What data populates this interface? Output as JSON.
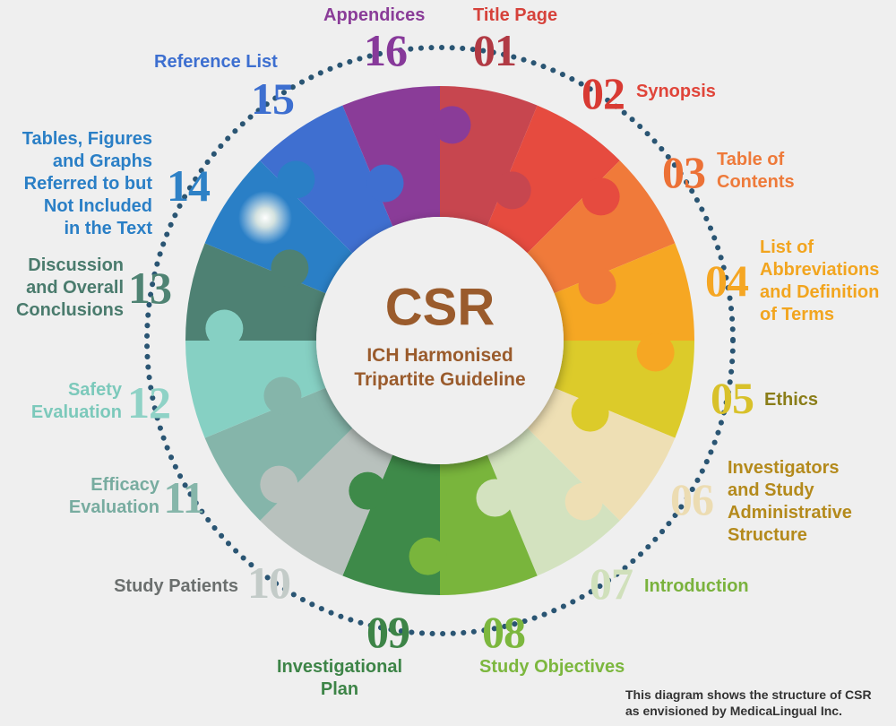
{
  "center": {
    "title": "CSR",
    "subtitle": "ICH Harmonised\nTripartite Guideline"
  },
  "footnote": "This diagram shows the structure of CSR\nas envisioned by MedicaLingual Inc.",
  "sections": [
    {
      "num": "01",
      "label": "Title Page",
      "color": "#c7464f",
      "num_color": "#b13a44",
      "label_color": "#d6423b"
    },
    {
      "num": "02",
      "label": "Synopsis",
      "color": "#e64b3f",
      "num_color": "#d83a33",
      "label_color": "#e0453a"
    },
    {
      "num": "03",
      "label": "Table of\nContents",
      "color": "#f07a3a",
      "num_color": "#ec7136",
      "label_color": "#ee7a3a"
    },
    {
      "num": "04",
      "label": "List of\nAbbreviations\nand Definition\nof Terms",
      "color": "#f6a723",
      "num_color": "#f5a623",
      "label_color": "#f2a51f"
    },
    {
      "num": "05",
      "label": "Ethics",
      "color": "#dccb2a",
      "num_color": "#d8c12a",
      "label_color": "#8a7d18"
    },
    {
      "num": "06",
      "label": "Investigators\nand Study\nAdministrative\nStructure",
      "color": "#eedfb4",
      "num_color": "#ecdcb2",
      "label_color": "#b48a1c"
    },
    {
      "num": "07",
      "label": "Introduction",
      "color": "#d3e2bf",
      "num_color": "#d0e0bb",
      "label_color": "#7ab23d"
    },
    {
      "num": "08",
      "label": "Study Objectives",
      "color": "#79b53c",
      "num_color": "#7cb73e",
      "label_color": "#7cb73e"
    },
    {
      "num": "09",
      "label": "Investigational\nPlan",
      "color": "#3e8a49",
      "num_color": "#3d8447",
      "label_color": "#3d8447"
    },
    {
      "num": "10",
      "label": "Study Patients",
      "color": "#b8c1bd",
      "num_color": "#c3cbc8",
      "label_color": "#6b6f6e"
    },
    {
      "num": "11",
      "label": "Efficacy\nEvaluation",
      "color": "#85b5aa",
      "num_color": "#86b6aa",
      "label_color": "#78aca0"
    },
    {
      "num": "12",
      "label": "Safety\nEvaluation",
      "color": "#86d0c3",
      "num_color": "#8fd2c6",
      "label_color": "#7cc9bb"
    },
    {
      "num": "13",
      "label": "Discussion\nand Overall\nConclusions",
      "color": "#4e8173",
      "num_color": "#4f8373",
      "label_color": "#4a7b6d"
    },
    {
      "num": "14",
      "label": "Tables, Figures\nand Graphs\nReferred to but\nNot Included\nin the Text",
      "color": "#2a7fc6",
      "num_color": "#2e81c6",
      "label_color": "#2a7fc6"
    },
    {
      "num": "15",
      "label": "Reference List",
      "color": "#3f6fd0",
      "num_color": "#3d6fd0",
      "label_color": "#3d6fd0"
    },
    {
      "num": "16",
      "label": "Appendices",
      "color": "#8a3c98",
      "num_color": "#87399a",
      "label_color": "#8a3c98"
    }
  ]
}
